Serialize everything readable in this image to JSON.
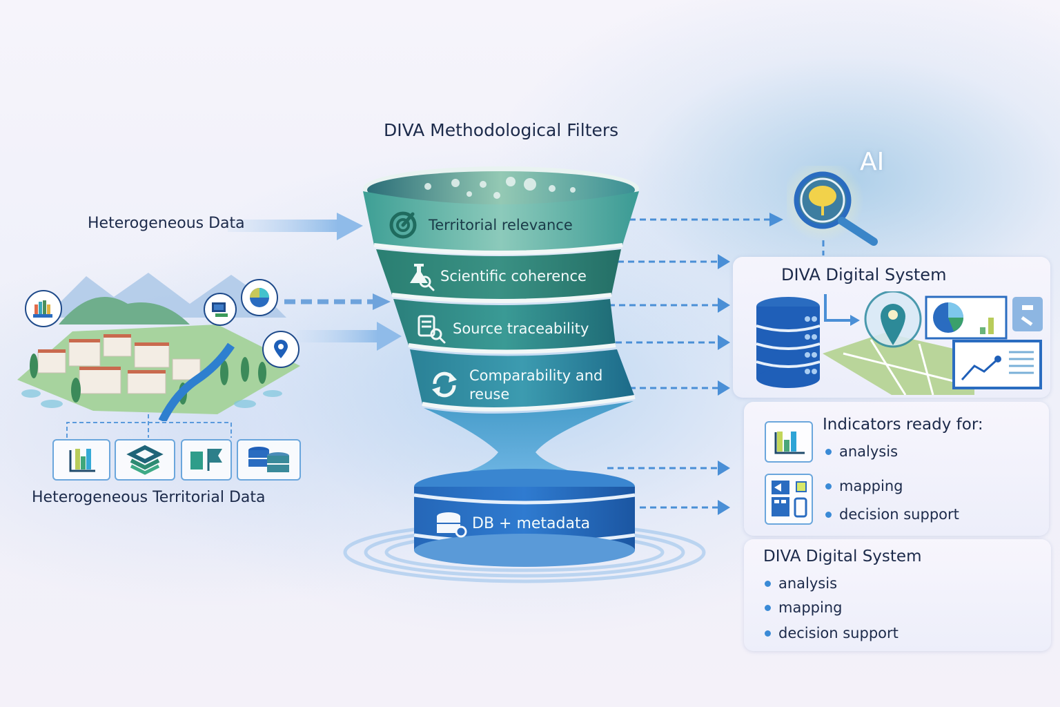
{
  "funnel": {
    "title": "DIVA Methodological Filters",
    "filters": [
      {
        "label": "Territorial relevance",
        "icon": "target-icon"
      },
      {
        "label": "Scientific coherence",
        "icon": "flask-search-icon"
      },
      {
        "label": "Source traceability",
        "icon": "document-search-icon"
      },
      {
        "label_line1": "Comparability and",
        "label_line2": "reuse",
        "icon": "refresh-icon"
      }
    ],
    "output": {
      "label": "DB + metadata",
      "icon": "database-icon"
    }
  },
  "left": {
    "input_label": "Heterogeneous Data",
    "territory_label": "Heterogeneous Territorial Data",
    "territory_icons": [
      "bar-chart-icon",
      "monitor-icon",
      "pie-chart-icon",
      "location-pin-icon"
    ],
    "data_type_icons": [
      "bar-chart-icon",
      "layers-icon",
      "flags-icon",
      "database-icon"
    ]
  },
  "right": {
    "ai_label": "AI",
    "system_panel": {
      "title": "DIVA Digital System"
    },
    "indicators_panel": {
      "title": "Indicators ready for:",
      "items": [
        "analysis",
        "mapping",
        "decision support"
      ]
    },
    "system_summary": {
      "title": "DIVA Digital System",
      "items": [
        "analysis",
        "mapping",
        "decision support"
      ]
    }
  },
  "colors": {
    "title_text": "#1c2a4a",
    "band_light": "#5bb3a8",
    "band_mid": "#2e8a82",
    "band_dark": "#1e6e86",
    "db_blue": "#1f5fb0",
    "arrow_blue": "#4a8fd6",
    "bullet_blue": "#3a8ad6"
  }
}
